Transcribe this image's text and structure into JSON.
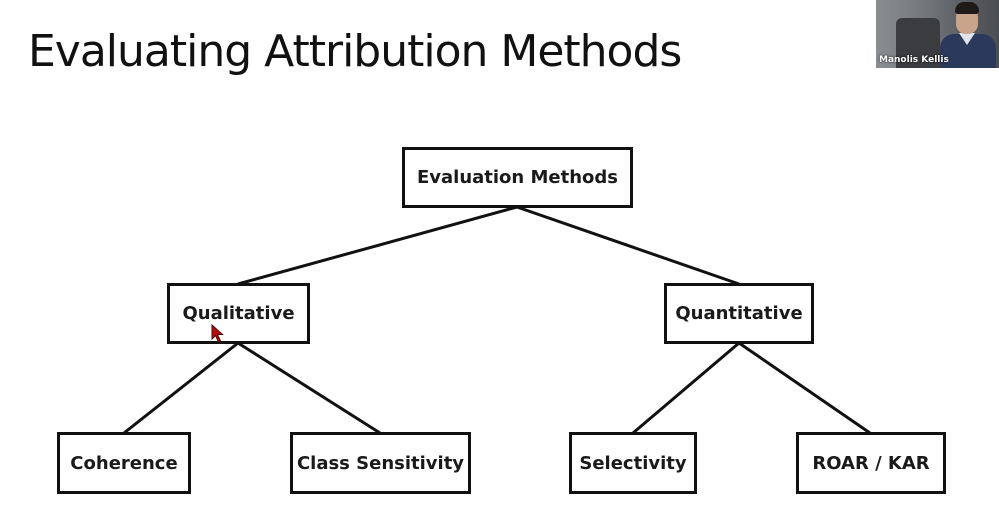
{
  "slide": {
    "title": "Evaluating Attribution Methods"
  },
  "diagram": {
    "root": "Evaluation Methods",
    "branches": [
      {
        "label": "Qualitative",
        "children": [
          "Coherence",
          "Class Sensitivity"
        ]
      },
      {
        "label": "Quantitative",
        "children": [
          "Selectivity",
          "ROAR / KAR"
        ]
      }
    ]
  },
  "video": {
    "participant_name": "Manolis Kellis"
  },
  "colors": {
    "stroke": "#111111",
    "text": "#1a1a1a",
    "background": "#ffffff",
    "cursor": "#b01010"
  },
  "icons": {
    "cursor": "mouse-pointer-icon"
  }
}
